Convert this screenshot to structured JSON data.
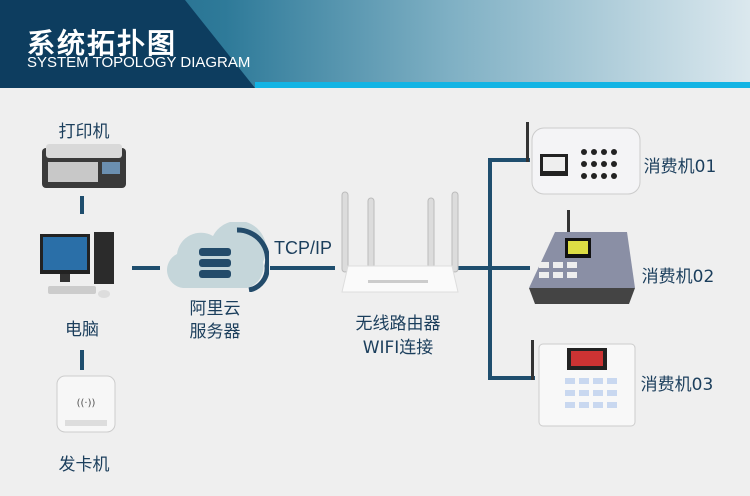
{
  "header": {
    "title": "系统拓扑图",
    "subtitle": "SYSTEM TOPOLOGY DIAGRAM"
  },
  "nodes": {
    "printer": "打印机",
    "computer": "电脑",
    "card_issuer": "发卡机",
    "cloud_line1": "阿里云",
    "cloud_line2": "服务器",
    "protocol": "TCP/IP",
    "router_line1": "无线路由器",
    "router_line2": "WIFI连接",
    "terminals": [
      "消费机01",
      "消费机02",
      "消费机03"
    ]
  },
  "colors": {
    "navy": "#0d3d5f",
    "accent": "#13b4e4",
    "line": "#1f4e6e",
    "text": "#1b3e5c"
  }
}
